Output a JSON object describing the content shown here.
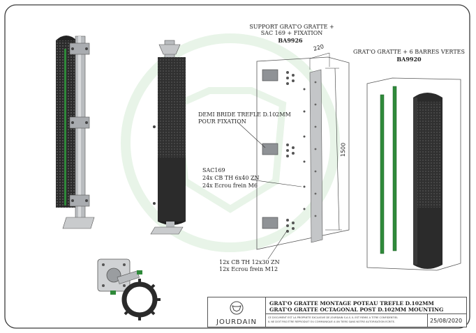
{
  "labels": {
    "support_title_1": "SUPPORT GRAT'O GRATTE +",
    "support_title_2": "SAC 169 + FIXATION",
    "support_ref": "BA9926",
    "gratte_title": "GRAT'O GRATTE + 6 BARRES VERTES",
    "gratte_ref": "BA9920",
    "demi_bride_1": "DEMI BRIDE TREFLE D.102MM",
    "demi_bride_2": "POUR FIXATION",
    "sac_1": "SAC169",
    "sac_2": "24x CB TH 6x40 ZN",
    "sac_3": "24x Ecrou frein M6",
    "bolts_1": "12x CB TH 12x30 ZN",
    "bolts_2": "12x Ecrou frein M12",
    "dim_width": "220",
    "dim_height": "1500"
  },
  "title_block": {
    "brand": "JOURDAIN",
    "title_line_1": "GRAT'O GRATTE MONTAGE POTEAU TREFLE D.102MM",
    "title_line_2": "GRAT'O GRATTE OCTAGONAL POST D.102MM MOUNTING",
    "notice_line_1": "CE DOCUMENT EST LA PROPRIETE EXCLUSIVE DE JOURDAIN S.A.S. IL EST REMIS A TITRE CONFIDENTIEL",
    "notice_line_2": "IL NE DOIT PAS ETRE REPRODUIT OU COMMUNIQUE A UN TIERS SANS NOTRE AUTORISATION ECRITE.",
    "date": "25/08/2020"
  },
  "colors": {
    "frame": "#3a3a3a",
    "brush": "#2b2b2b",
    "metal": "#b9bcbf",
    "bar_green": "#2f8a3a",
    "watermark": "#cfe8cf"
  },
  "icons": {
    "logo": "cow-head-icon"
  }
}
